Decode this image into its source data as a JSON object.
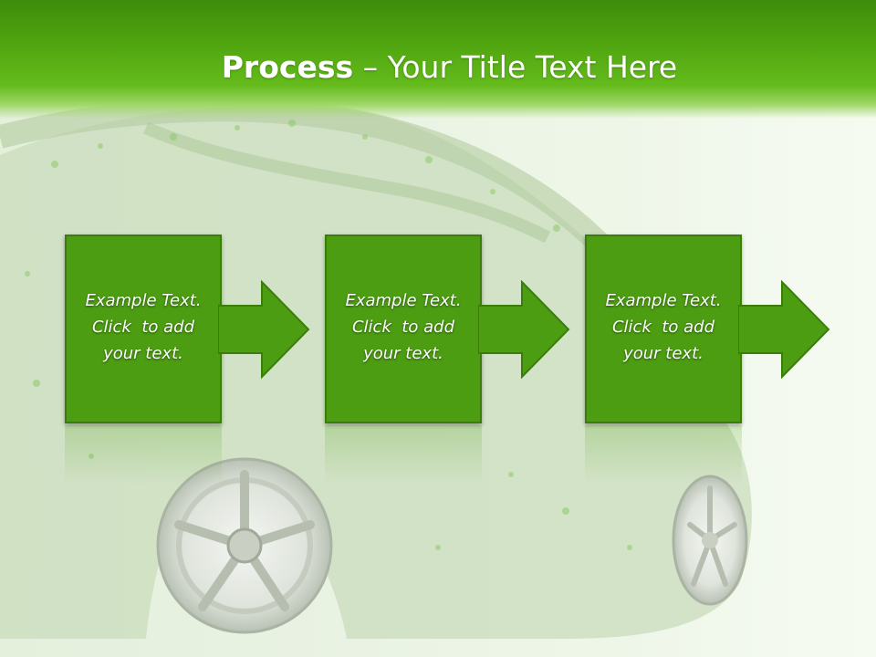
{
  "slide": {
    "title_bold": "Process",
    "title_rest": " – Your Title Text Here",
    "steps": [
      {
        "line1": "Example Text.",
        "line2": "Click  to add",
        "line3": "your text."
      },
      {
        "line1": "Example Text.",
        "line2": "Click  to add",
        "line3": "your text."
      },
      {
        "line1": "Example Text.",
        "line2": "Click  to add",
        "line3": "your text."
      }
    ]
  },
  "colors": {
    "header_green": "#4fa40f",
    "box_green": "#4c9d12",
    "box_border": "#3b7d0b",
    "text": "#ffffff"
  },
  "icons": [
    "grass-car-image",
    "arrow-right-icon"
  ]
}
